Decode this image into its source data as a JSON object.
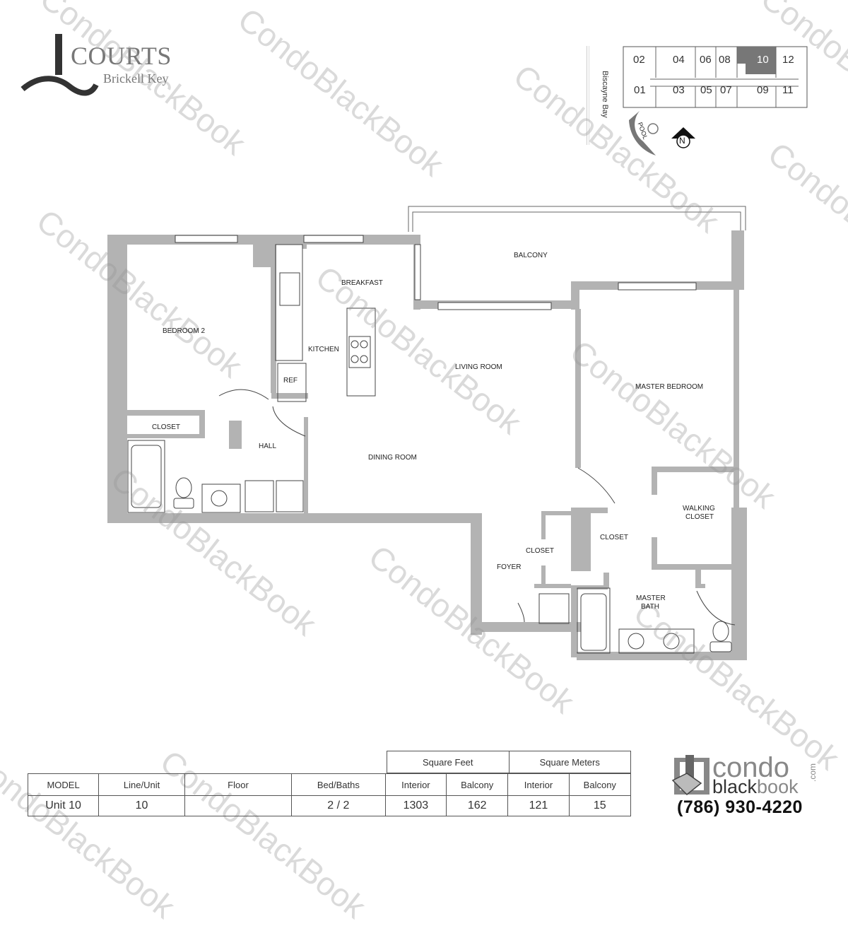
{
  "logo": {
    "title": "COURTS",
    "subtitle": "Brickell Key"
  },
  "key_plan": {
    "bay_label": "Biscayne Bay",
    "pool_label": "POOL",
    "north_label": "N",
    "highlighted_unit": "10",
    "units_top": [
      "02",
      "04",
      "06",
      "08",
      "10",
      "12"
    ],
    "units_bottom": [
      "01",
      "03",
      "05",
      "07",
      "09",
      "11"
    ],
    "highlight_color": "#777777"
  },
  "floor_plan": {
    "rooms": {
      "bedroom2": "BEDROOM 2",
      "closet_bed2": "CLOSET",
      "hall": "HALL",
      "kitchen": "KITCHEN",
      "ref": "REF",
      "breakfast": "BREAKFAST",
      "balcony": "BALCONY",
      "living_room": "LIVING ROOM",
      "dining_room": "DINING ROOM",
      "master_bedroom": "MASTER BEDROOM",
      "walking_closet_1": "WALKING",
      "walking_closet_2": "CLOSET",
      "closet_master": "CLOSET",
      "closet_foyer": "CLOSET",
      "foyer": "FOYER",
      "master_bath_1": "MASTER",
      "master_bath_2": "BATH"
    },
    "wall_color": "#b3b3b3"
  },
  "table": {
    "group_headers": {
      "square_feet": "Square Feet",
      "square_meters": "Square Meters"
    },
    "headers": [
      "MODEL",
      "Line/Unit",
      "Floor",
      "Bed/Baths",
      "Interior",
      "Balcony",
      "Interior",
      "Balcony"
    ],
    "row": {
      "model": "Unit 10",
      "line_unit": "10",
      "floor": "",
      "bed_baths": "2 / 2",
      "sqft_interior": "1303",
      "sqft_balcony": "162",
      "sqm_interior": "121",
      "sqm_balcony": "15"
    }
  },
  "brand": {
    "condo": "condo",
    "black": "black",
    "book": "book",
    "com": ".com",
    "phone": "(786) 930-4220"
  },
  "watermark": "CondoBlackBook"
}
